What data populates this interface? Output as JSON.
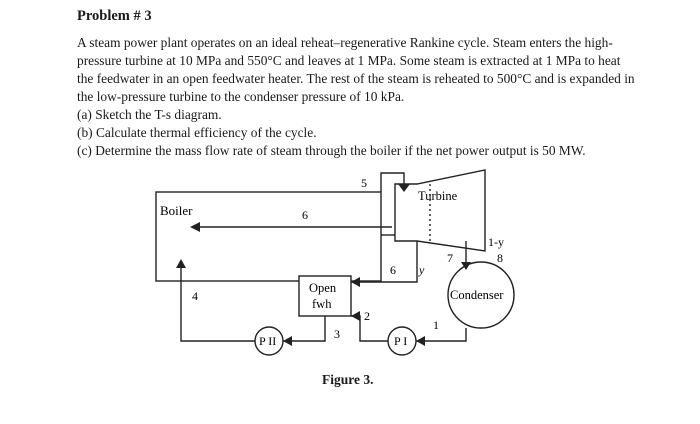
{
  "problem": {
    "title": "Problem # 3",
    "statement": "A steam power plant operates on an ideal reheat–regenerative Rankine cycle. Steam enters the high-pressure turbine at 10 MPa and 550°C and leaves at 1 MPa. Some steam is extracted at 1 MPa to heat the feedwater in an open feedwater heater. The rest of the steam is reheated to 500°C and is expanded in the low-pressure turbine to the condenser pressure of 10 kPa.",
    "parts": [
      "(a) Sketch the T-s diagram.",
      "(b) Calculate thermal efficiency of the cycle.",
      "(c) Determine the mass flow rate of steam through the boiler if the net power output is 50 MW."
    ]
  },
  "figure": {
    "caption": "Figure 3.",
    "components": {
      "boiler": "Boiler",
      "turbine": "Turbine",
      "open_fwh_line1": "Open",
      "open_fwh_line2": "fwh",
      "condenser": "Condenser",
      "pump_2": "P II",
      "pump_1": "P I"
    },
    "state_labels": {
      "s1": "1",
      "s2": "2",
      "s3": "3",
      "s4": "4",
      "s5": "5",
      "s6_top": "6",
      "s6_right": "6",
      "s7": "7",
      "s8": "8",
      "frac_y": "y",
      "frac_1y": "1-y"
    }
  }
}
